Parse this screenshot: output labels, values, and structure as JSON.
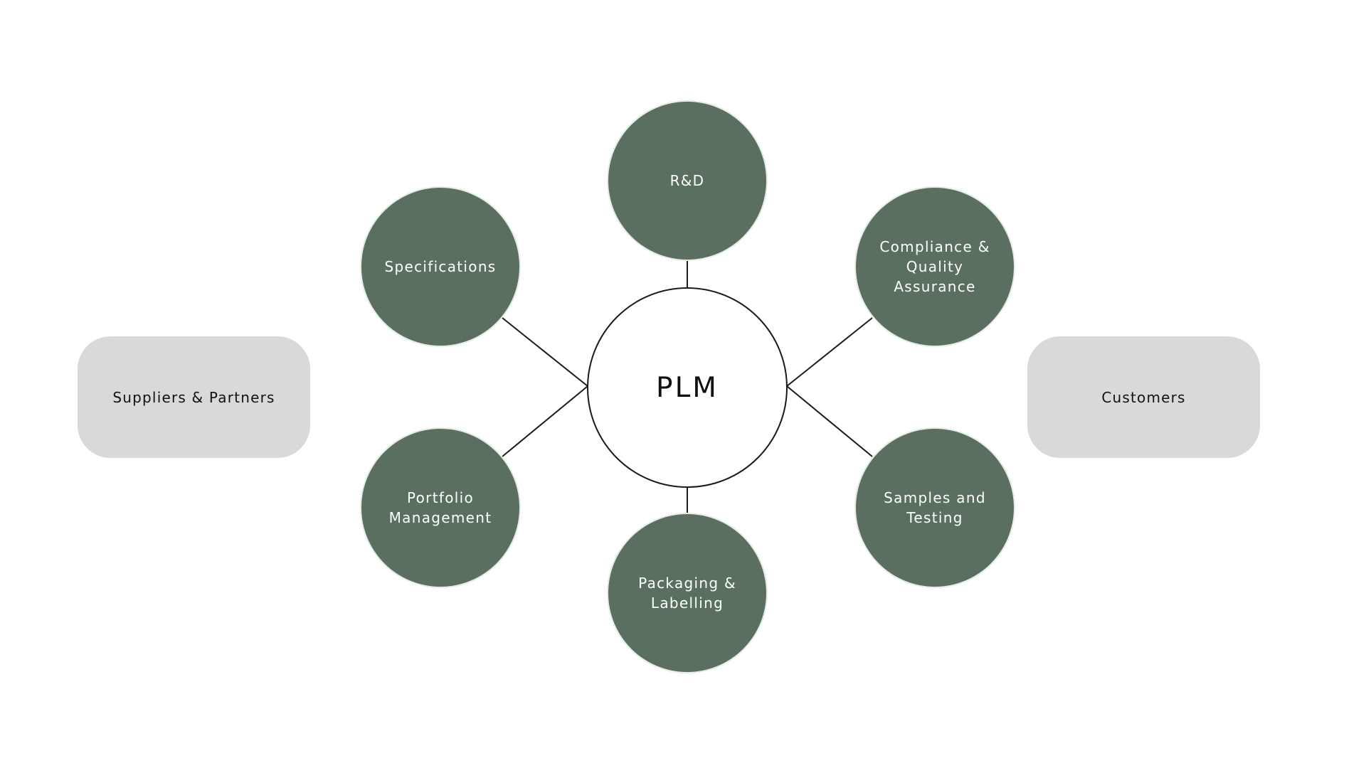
{
  "diagram": {
    "hub": {
      "label": "PLM"
    },
    "nodes": {
      "rd": {
        "label": "R&D"
      },
      "specifications": {
        "label": "Specifications"
      },
      "compliance": {
        "label": "Compliance & Quality Assurance"
      },
      "portfolio": {
        "label": "Portfolio Management"
      },
      "samples": {
        "label": "Samples and Testing"
      },
      "packaging": {
        "label": "Packaging & Labelling"
      }
    },
    "external": {
      "suppliers": {
        "label": "Suppliers & Partners"
      },
      "customers": {
        "label": "Customers"
      }
    }
  },
  "colors": {
    "node_fill": "#5a6f5f",
    "external_fill": "#d9d9d9",
    "connector": "#1a1a1a",
    "background": "#ffffff"
  }
}
